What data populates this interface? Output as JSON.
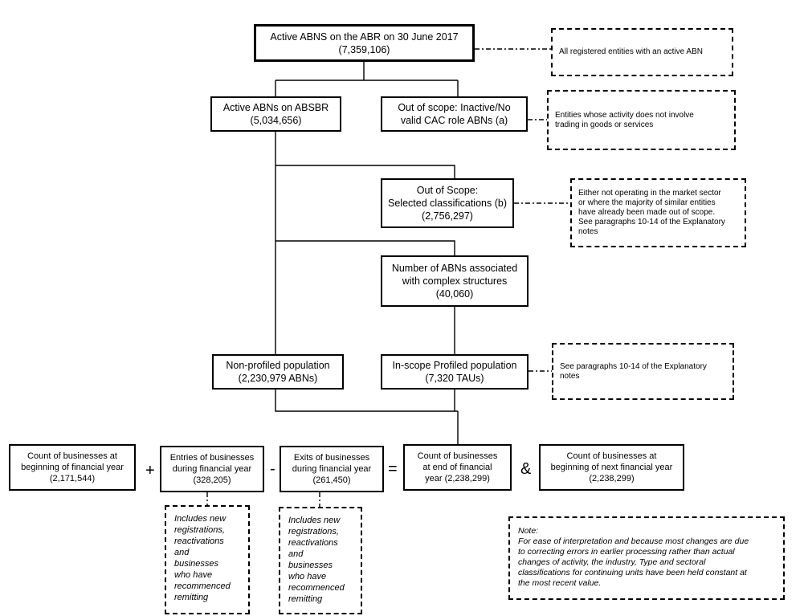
{
  "nodes": {
    "active_abr": {
      "title": "Active ABNS on the ABR on 30 June 2017",
      "value": "(7,359,106)"
    },
    "active_absbr": {
      "title": "Active ABNs on ABSBR",
      "value": "(5,034,656)"
    },
    "out_scope_inactive": {
      "title": "Out of scope: Inactive/No",
      "value": "valid CAC role ABNs (a)"
    },
    "out_scope_selected": {
      "title": "Out of Scope:",
      "subtitle": "Selected classifications (b)",
      "value": "(2,756,297)"
    },
    "complex_structures": {
      "title": "Number of ABNs associated",
      "subtitle": "with complex structures",
      "value": "(40,060)"
    },
    "non_profiled": {
      "title": "Non-profiled population",
      "value": "(2,230,979 ABNs)"
    },
    "in_scope_profiled": {
      "title": "In-scope Profiled population",
      "value": "(7,320 TAUs)"
    },
    "count_beginning": {
      "title": "Count of businesses at",
      "subtitle": "beginning of financial year",
      "value": "(2,171,544)"
    },
    "entries": {
      "title": "Entries of businesses",
      "subtitle": "during financial year",
      "value": "(328,205)"
    },
    "exits": {
      "title": "Exits of businesses",
      "subtitle": "during financial year",
      "value": "(261,450)"
    },
    "count_end": {
      "title": "Count of businesses",
      "subtitle": "at end of financial",
      "value": "year (2,238,299)"
    },
    "count_next": {
      "title": "Count of businesses at",
      "subtitle": "beginning of next financial year",
      "value": "(2,238,299)"
    }
  },
  "notes": {
    "registered": {
      "line1": "All registered entities with an active ABN"
    },
    "no_trading": {
      "line1": "Entities whose activity  does not involve",
      "line2": "trading in goods or services"
    },
    "market_sector": {
      "line1": "Either not operating in the market sector",
      "line2": "or where the majority of similar entities",
      "line3": "have already been made out of scope.",
      "line4": "See paragraphs 10-14 of the Explanatory",
      "line5": "notes"
    },
    "explanatory": {
      "line1": "See paragraphs 10-14 of the Explanatory",
      "line2": "notes"
    },
    "entries_note": [
      "Includes new",
      "registrations,",
      "reactivations",
      "and",
      "businesses",
      "who have",
      "recommenced",
      "remitting"
    ],
    "exits_note": [
      "Includes new",
      "registrations,",
      "reactivations",
      "and",
      "businesses",
      "who have",
      "recommenced",
      "remitting"
    ],
    "main_note": {
      "heading": "Note:",
      "line1": "For ease of interpretation and because most changes are due",
      "line2": "to correcting errors in earlier processing rather than actual",
      "line3": "changes of activity, the industry, Type and sectoral",
      "line4": "classifications for continuing units have been held constant at",
      "line5": "the most recent value."
    }
  },
  "operators": {
    "plus": "+",
    "minus": "-",
    "equals": "=",
    "and": "&"
  }
}
